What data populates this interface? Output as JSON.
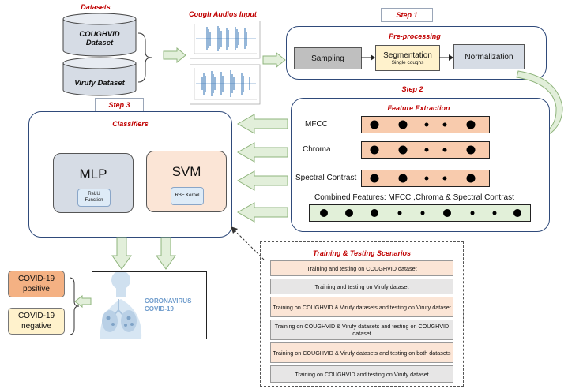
{
  "datasets": {
    "title": "Datasets",
    "coughvid": "COUGHVID Dataset",
    "virufy": "Virufy Dataset"
  },
  "audio": {
    "title": "Cough Audios Input"
  },
  "steps": {
    "step1": "Step 1",
    "step2": "Step 2",
    "step3": "Step 3"
  },
  "preprocessing": {
    "title": "Pre-processing",
    "sampling": "Sampling",
    "segmentation": "Segmentation",
    "segmentation_sub": "Single coughs",
    "normalization": "Normalization"
  },
  "features": {
    "title": "Feature Extraction",
    "mfcc": "MFCC",
    "chroma": "Chroma",
    "spectral": "Spectral Contrast",
    "combined": "Combined Features: MFCC ,Chroma & Spectral Contrast"
  },
  "classifiers": {
    "title": "Classifiers",
    "mlp": "MLP",
    "mlp_sub": "ReLU Function",
    "svm": "SVM",
    "svm_sub": "RBF Kernel"
  },
  "corona": {
    "line1": "CORONAVIRUS",
    "line2": "COVID-19"
  },
  "outcomes": {
    "positive": "COVID-19 positive",
    "negative": "COVID-19 negative"
  },
  "scenarios": {
    "title": "Training & Testing Scenarios",
    "items": [
      "Training and testing on COUGHVID dataset",
      "Training and testing on Virufy dataset",
      "Training on COUGHVID & Virufy datasets and testing on Virufy dataset",
      "Training on COUGHVID & Virufy datasets and testing on COUGHVID dataset",
      "Training on COUGHVID & Virufy datasets and testing on both datasets",
      "Training on COUGHVID and testing on Virufy dataset"
    ]
  },
  "colors": {
    "panel_border": "#2f4a7a",
    "accent_red": "#c00000",
    "peach": "#f8cbad",
    "light_yellow": "#fff2cc",
    "gray_blue": "#d6dce5",
    "green_bar": "#e2f0d9",
    "arrow_green": "#e2efda",
    "orange_outcome": "#f4b183"
  }
}
